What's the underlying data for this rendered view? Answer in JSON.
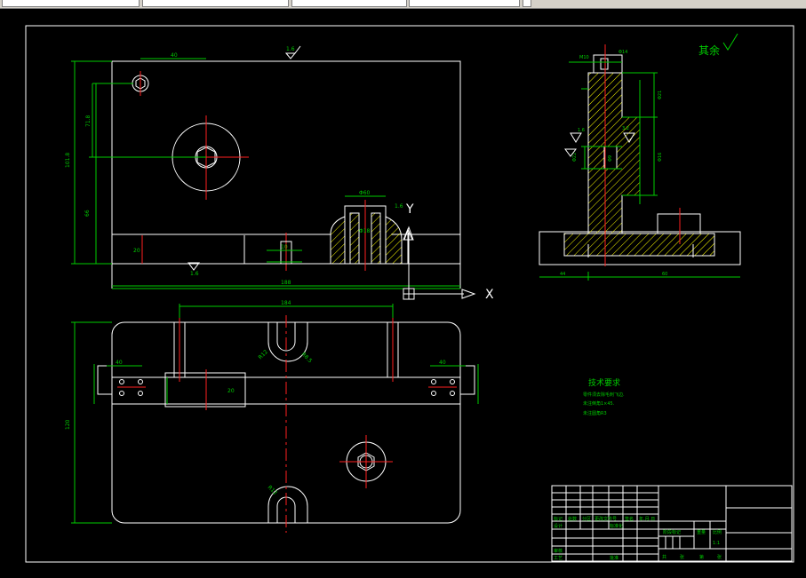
{
  "toolbar": {
    "fields": [
      "",
      "",
      "",
      "",
      ""
    ]
  },
  "colors": {
    "background": "#000000",
    "outline": "#ffffff",
    "dimension": "#00cc00",
    "centerline": "#ff2020",
    "hatch": "#ffff00",
    "ucs": "#ffffff"
  },
  "labels": {
    "ucs_x": "X",
    "ucs_y": "Y",
    "surface_note": "其余",
    "tech_title": "技术要求"
  },
  "dimensions": {
    "front_top_width": "40",
    "front_total_width": "188",
    "front_left_1": "71.8",
    "front_left_2": "101.8",
    "front_left_3": "66",
    "front_left_4": "20",
    "front_boss_width": "Φ60",
    "front_boss_inner": "Φ18",
    "front_small": "10",
    "front_rough_left": "1.6",
    "front_rough_top": "1.6",
    "front_rough_boss": "1.6",
    "plan_top_width": "184",
    "plan_left_height": "120",
    "plan_slot_left": "R12",
    "plan_slot_right": "R8.5",
    "plan_slot_bottom": "R12",
    "plan_left_small": "40",
    "plan_right_small": "40",
    "plan_mid_small": "20",
    "side_dim_1": "M10",
    "side_dim_2": "Φ14",
    "side_dim_3": "Φ21",
    "side_dim_4": "Φ16",
    "side_dim_5": "Φ22",
    "side_dim_6": "Φ9",
    "side_bottom_left": "44",
    "side_bottom_right": "60",
    "side_rough_1": "1.6",
    "side_rough_2": "3.2"
  },
  "tech_requirements": {
    "title": "技术要求",
    "lines": [
      "零件须去除毛刺飞边.",
      "未注倒角1×45.",
      "未注圆角R3"
    ]
  },
  "title_block": {
    "row_headers": [
      "标记",
      "处数",
      "分区",
      "更改文件号",
      "签名",
      "年.月.日"
    ],
    "design": "设计",
    "standard": "标准化",
    "review": "审核",
    "process": "工艺",
    "approve": "批准",
    "stage_mark": "阶段标记",
    "weight": "重量",
    "scale": "比例",
    "scale_value": "1:1",
    "total": "共",
    "sheets": "张",
    "sheet_no": "第",
    "sheet_suffix": "张"
  }
}
